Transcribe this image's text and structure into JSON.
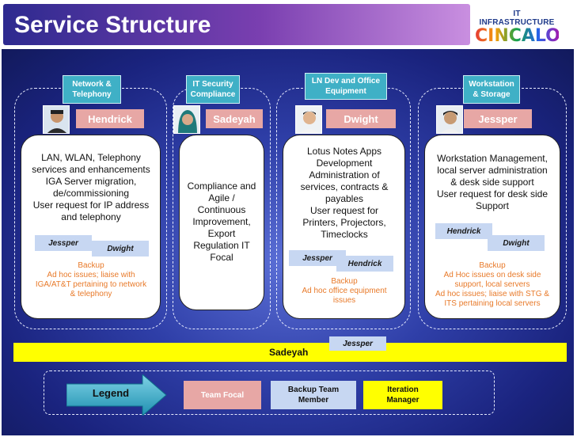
{
  "header": {
    "title": "Service Structure",
    "logo_top": "IT INFRASTRUCTURE",
    "logo_main": "CINCALOK"
  },
  "teams": [
    {
      "title": "Network & Telephony",
      "lead": "Hendrick",
      "duties": [
        "LAN, WLAN, Telephony",
        "services and enhancements",
        "IGA Server migration,",
        "de/commissioning",
        "User request for IP address",
        "and telephony"
      ],
      "backups": [
        "Jessper",
        "Dwight"
      ],
      "backup_notes": [
        "Backup",
        "Ad hoc issues; liaise with",
        "IGA/AT&T pertaining to network",
        "& telephony"
      ]
    },
    {
      "title": "IT Security Compliance",
      "lead": "Sadeyah",
      "duties": [
        "Compliance and",
        "Agile /",
        "Continuous",
        "Improvement,",
        "Export",
        "Regulation IT",
        "Focal"
      ],
      "backups": [],
      "backup_notes": []
    },
    {
      "title": "LN Dev and Office Equipment",
      "lead": "Dwight",
      "duties": [
        "Lotus Notes Apps",
        "Development",
        "Administration of",
        "services, contracts &",
        "payables",
        "User request for",
        "Printers, Projectors,",
        "Timeclocks"
      ],
      "backups": [
        "Jessper",
        "Hendrick"
      ],
      "backup_notes": [
        "Backup",
        "Ad hoc office equipment",
        "issues"
      ]
    },
    {
      "title": "Workstation & Storage",
      "lead": "Jessper",
      "duties": [
        "Workstation Management,",
        "local server administration",
        "& desk side support",
        "User request for desk side",
        "Support"
      ],
      "backups": [
        "Hendrick",
        "Dwight"
      ],
      "backup_notes": [
        "Backup",
        "Ad Hoc issues on desk side",
        "support, local servers",
        "Ad hoc issues; liaise with STG &",
        "ITS pertaining local servers"
      ]
    }
  ],
  "iteration_bar": {
    "manager": "Sadeyah",
    "backup": "Jessper"
  },
  "legend": {
    "label": "Legend",
    "team_focal": "Team Focal",
    "backup_member": "Backup Team Member",
    "iteration_manager": "Iteration Manager"
  },
  "colors": {
    "team_focal": "#e7a7a5",
    "backup_member": "#c7d7f2",
    "iteration_manager": "#ffff00",
    "title_box": "#3fb0c6",
    "backup_text": "#e87a2a"
  }
}
